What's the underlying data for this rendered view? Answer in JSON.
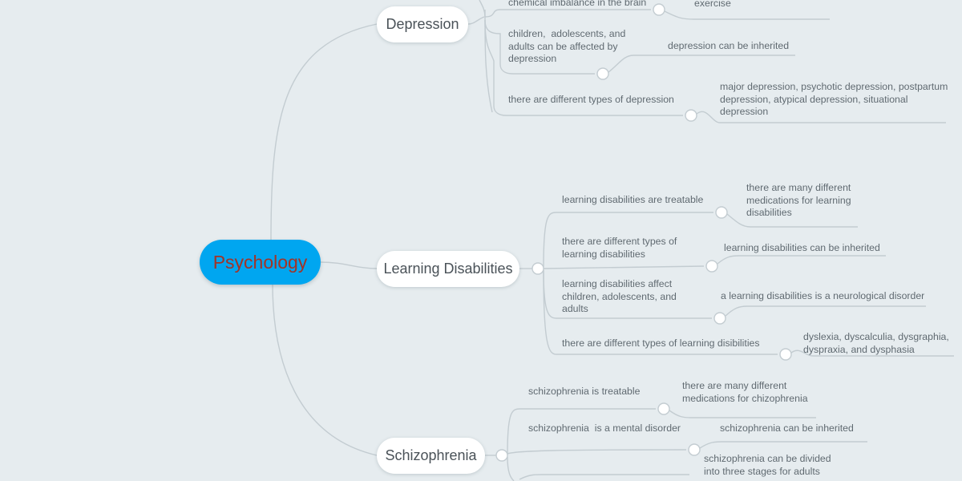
{
  "meta": {
    "kind": "mind-map",
    "background_color": "#e6ecef",
    "wire_color": "#c3ccd1",
    "leaf_text_color": "#606a71"
  },
  "root": {
    "label": "Psychology",
    "fill_color": "#00a6f0",
    "text_color": "#a33326"
  },
  "branches": [
    {
      "label": "Depression",
      "leaves": [
        {
          "text": "chemical imbalance in the brain"
        },
        {
          "text": "exercise"
        },
        {
          "text": "children,  adolescents, and\nadults can be affected by\ndepression"
        },
        {
          "text": "depression can be inherited"
        },
        {
          "text": "there are different types of depression"
        },
        {
          "text": "major depression, psychotic depression, postpartum\ndepression, atypical depression, situational\ndepression"
        }
      ]
    },
    {
      "label": "Learning Disabilities",
      "leaves": [
        {
          "text": "learning disabilities are treatable"
        },
        {
          "text": "there are many different\nmedications for learning\ndisabilities"
        },
        {
          "text": "there are different types of\nlearning disabilities"
        },
        {
          "text": "learning disabilities can be inherited"
        },
        {
          "text": "learning disabilities affect\nchildren, adolescents, and\nadults"
        },
        {
          "text": "a learning disabilities is a neurological disorder"
        },
        {
          "text": "there are different types of learning disibilities"
        },
        {
          "text": "dyslexia, dyscalculia, dysgraphia,\ndyspraxia, and dysphasia"
        }
      ]
    },
    {
      "label": "Schizophrenia",
      "leaves": [
        {
          "text": "schizophrenia is treatable"
        },
        {
          "text": "there are many different\nmedications for chizophrenia"
        },
        {
          "text": "schizophrenia  is a mental disorder"
        },
        {
          "text": "schizophrenia can be inherited"
        },
        {
          "text": "schizophrenia can be divided\ninto three stages for adults"
        }
      ]
    }
  ]
}
